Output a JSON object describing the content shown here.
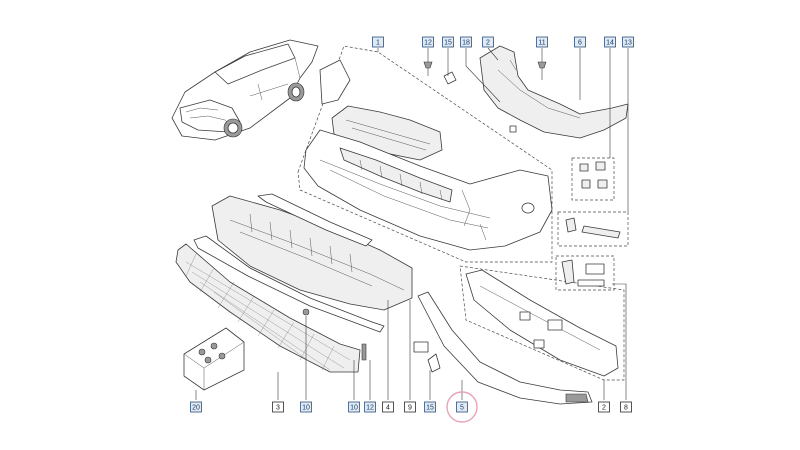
{
  "diagram": {
    "callouts": [
      {
        "id": "c1",
        "label": "1",
        "style": "blue"
      },
      {
        "id": "c12a",
        "label": "12",
        "style": "blue"
      },
      {
        "id": "c15a",
        "label": "15",
        "style": "blue"
      },
      {
        "id": "c18",
        "label": "18",
        "style": "blue"
      },
      {
        "id": "c2a",
        "label": "2",
        "style": "blue"
      },
      {
        "id": "c11",
        "label": "11",
        "style": "blue"
      },
      {
        "id": "c6",
        "label": "6",
        "style": "blue"
      },
      {
        "id": "c14",
        "label": "14",
        "style": "blue"
      },
      {
        "id": "c13",
        "label": "13",
        "style": "blue"
      },
      {
        "id": "c20",
        "label": "20",
        "style": "blue"
      },
      {
        "id": "c3",
        "label": "3",
        "style": "plain"
      },
      {
        "id": "c10a",
        "label": "10",
        "style": "blue"
      },
      {
        "id": "c10b",
        "label": "10",
        "style": "blue"
      },
      {
        "id": "c12b",
        "label": "12",
        "style": "blue"
      },
      {
        "id": "c4",
        "label": "4",
        "style": "plain"
      },
      {
        "id": "c9",
        "label": "9",
        "style": "plain"
      },
      {
        "id": "c15b",
        "label": "15",
        "style": "blue"
      },
      {
        "id": "c5",
        "label": "5",
        "style": "blue"
      },
      {
        "id": "c2b",
        "label": "2",
        "style": "plain"
      },
      {
        "id": "c8",
        "label": "8",
        "style": "plain"
      }
    ],
    "highlighted_callout": "c5",
    "colors": {
      "callout_fill": "#dfeaf5",
      "callout_stroke": "#2b4f7a",
      "line": "#3a3a3a",
      "highlight": "#e9a3b8"
    }
  }
}
